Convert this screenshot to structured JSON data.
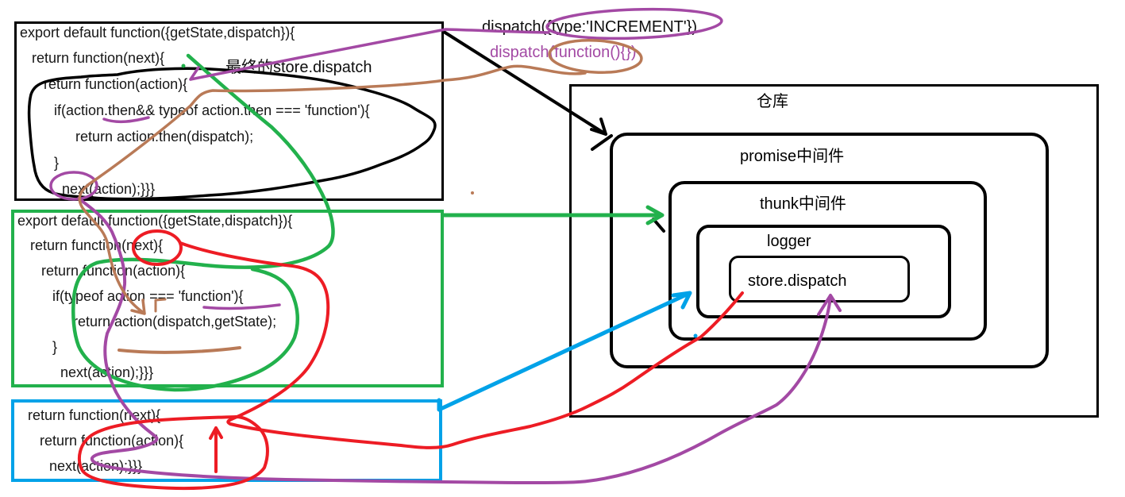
{
  "annotations": {
    "dispatch_increment": "dispatch({type:'INCREMENT'})",
    "dispatch_function": "dispatch(function(){})",
    "final_store_dispatch": "最终的store.dispatch"
  },
  "code_boxes": {
    "promise": {
      "lines": [
        "export default function({getState,dispatch}){",
        "return function(next){",
        "return function(action){",
        "if(action.then&& typeof action.then === 'function'){",
        "return action.then(dispatch);",
        "}",
        "next(action);}}}"
      ]
    },
    "thunk": {
      "lines": [
        "export default function({getState,dispatch}){",
        "return function(next){",
        "return function(action){",
        "if(typeof action === 'function'){",
        "return action(dispatch,getState);",
        "}",
        "next(action);}}}"
      ]
    },
    "logger": {
      "lines": [
        "return function(next){",
        "return function(action){",
        "next(action);}}}"
      ]
    }
  },
  "store_diagram": {
    "warehouse_label": "仓库",
    "promise_label": "promise中间件",
    "thunk_label": "thunk中间件",
    "logger_label": "logger",
    "dispatch_label": "store.dispatch"
  },
  "colors": {
    "green": "#22b14c",
    "blue": "#00a2e8",
    "red": "#ed1c24",
    "purple": "#a349a4",
    "brown": "#b97a57",
    "black": "#000000"
  }
}
